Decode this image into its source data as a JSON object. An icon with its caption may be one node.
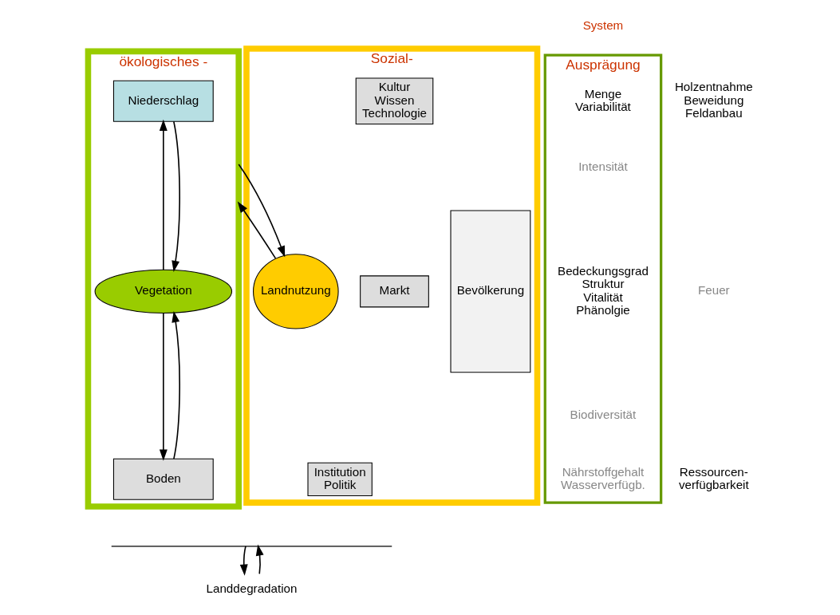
{
  "diagram": {
    "nodes": [
      {
        "text": [
          "Sozial-"
        ]
      },
      {
        "text": [
          "Bevölkerung"
        ],
        "in": 0
      },
      {
        "text": [
          "Kultur Wissen Technologie"
        ],
        "in": 0
      },
      {
        "text": [
          "Markt"
        ],
        "in": 0
      },
      {
        "text": [
          "Institution Politik"
        ],
        "in": 0
      },
      {
        "text": [
          "Landnutzung"
        ],
        "in": 0
      },
      {
        "text": [
          "ökologisches -"
        ]
      },
      {
        "text": [
          "Niederschlag"
        ],
        "in": 6
      },
      {
        "text": [
          "Vegetation"
        ],
        "in": 6
      },
      {
        "text": [
          "Boden"
        ],
        "in": 6
      },
      {
        "text": [
          "Ausprägung"
        ]
      },
      {
        "text": [],
        "shape": "bracket"
      },
      {
        "text": [
          "Landdegradation"
        ]
      }
    ],
    "edges": [
      {
        "from": 5,
        "to": 6,
        "arrow": "to"
      },
      {
        "from": 6,
        "to": 5,
        "arrow": "to"
      },
      {
        "from": 8,
        "to": 7,
        "arrow": "to"
      },
      {
        "from": 7,
        "to": 8,
        "arrow": "to"
      },
      {
        "from": 8,
        "to": 9,
        "arrow": "to"
      },
      {
        "from": 9,
        "to": 8,
        "arrow": "to"
      },
      {
        "from": 11,
        "to": 12,
        "arrow": "to"
      },
      {
        "from": 12,
        "to": 11,
        "arrow": "to"
      }
    ],
    "labels": [
      "Holzentnahme Beweidung Feldanbau",
      "Feuer",
      "Ressourcen- verfügbarkeit",
      "System",
      "Menge Variabilität",
      "Intensität",
      "Bedeckungsgrad Struktur Vitalität Phänolgie",
      "Biodiversität",
      "Nährstoffgehalt Wasserverfügb."
    ]
  }
}
